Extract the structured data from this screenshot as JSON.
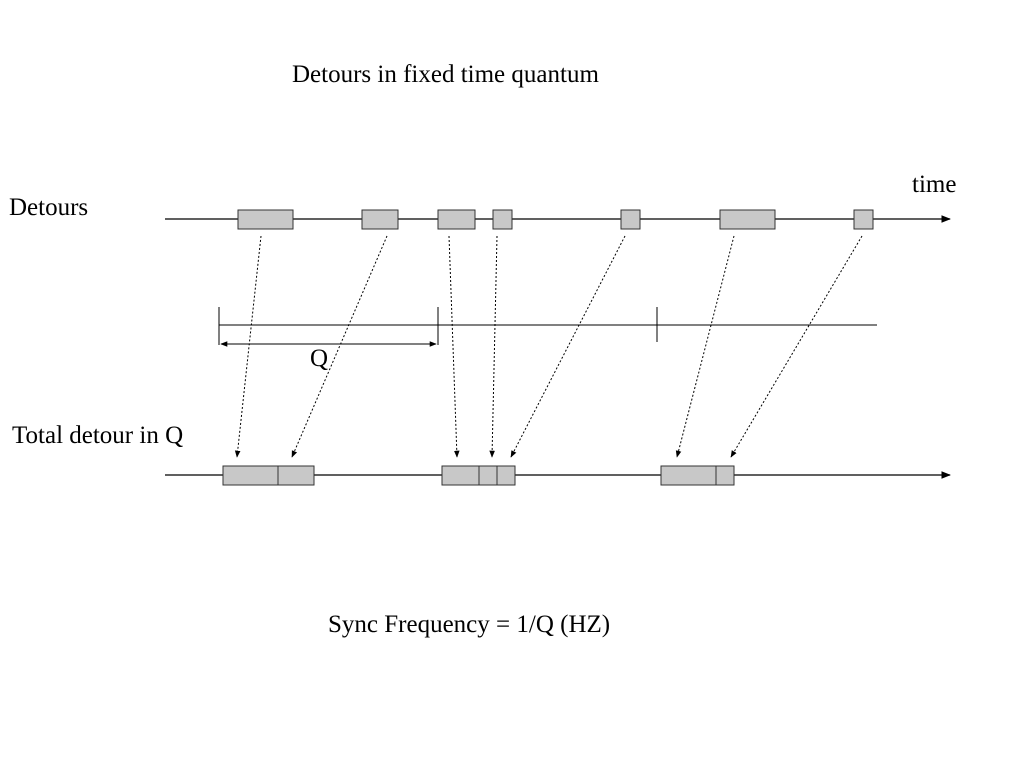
{
  "title": "Detours in fixed time quantum",
  "time_label": "time",
  "detours_label": "Detours",
  "quantum_label": "Q",
  "total_label": "Total detour in Q",
  "sync_label": "Sync Frequency = 1/Q (HZ)",
  "colors": {
    "box_fill": "#c8c8c8",
    "stroke": "#000000"
  }
}
